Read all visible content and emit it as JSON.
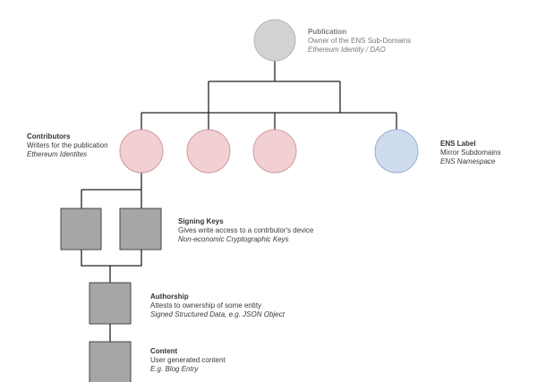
{
  "colors": {
    "line": "#222222",
    "publication_fill": "#d3d3d3",
    "contributor_fill": "#f1cfd3",
    "contributor_stroke": "#cf9aa0",
    "ens_fill": "#cfdcf0",
    "ens_stroke": "#98aed0",
    "square_fill": "#a6a6a6",
    "square_stroke": "#444444"
  },
  "nodes": {
    "publication": {
      "title": "Publication",
      "desc": "Owner of the ENS Sub-Domains",
      "sub": "Ethereum Identity / DAO"
    },
    "contributors": {
      "title": "Contributors",
      "desc": "Writers for the publication",
      "sub": "Ethereum Identites"
    },
    "ens_label": {
      "title": "ENS Label",
      "desc": "Mirror Subdomains",
      "sub": "ENS Namespace"
    },
    "signing_keys": {
      "title": "Signing Keys",
      "desc": "Gives write access to a contrbutor's device",
      "sub": "Non-economic Cryptographic Keys"
    },
    "authorship": {
      "title": "Authorship",
      "desc": "Attests to ownership of some entity",
      "sub": "Signed Structured Data, e.g. JSON Object"
    },
    "content": {
      "title": "Content",
      "desc": "User generated content",
      "sub": "E.g. Blog Entry"
    }
  }
}
